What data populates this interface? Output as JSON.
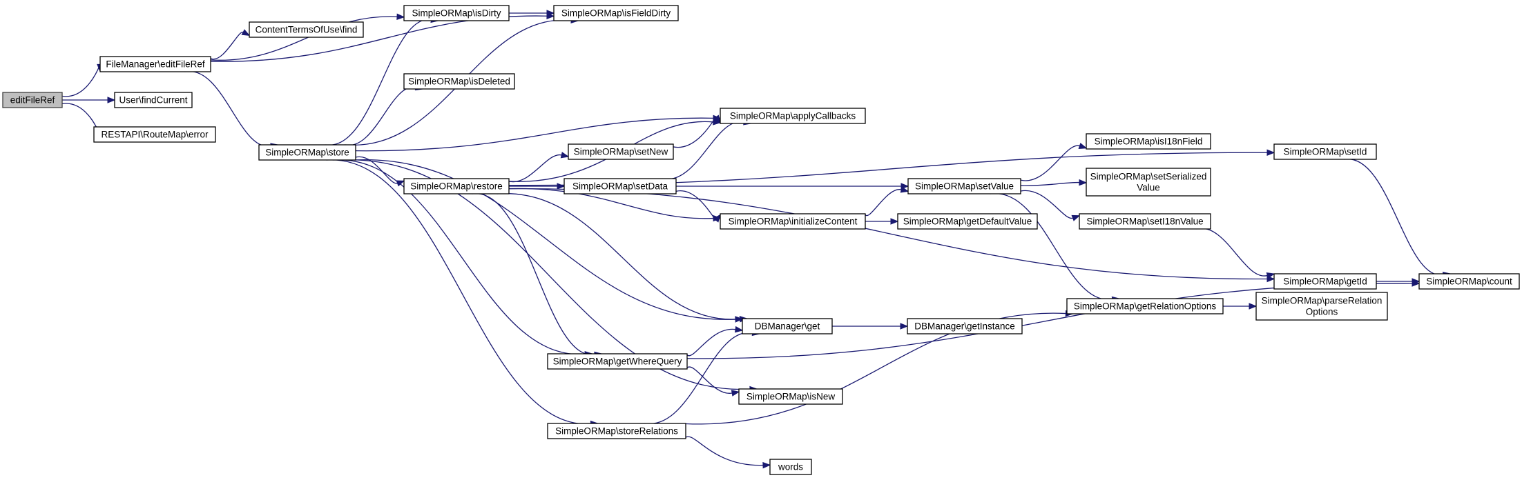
{
  "nodes": [
    {
      "id": "editFileRef",
      "lines": [
        "editFileRef"
      ],
      "root": true
    },
    {
      "id": "fm_editFileRef",
      "lines": [
        "FileManager\\editFileRef"
      ]
    },
    {
      "id": "user_findCurrent",
      "lines": [
        "User\\findCurrent"
      ]
    },
    {
      "id": "restapi_error",
      "lines": [
        "RESTAPI\\RouteMap\\error"
      ]
    },
    {
      "id": "ctou_find",
      "lines": [
        "ContentTermsOfUse\\find"
      ]
    },
    {
      "id": "isDirty",
      "lines": [
        "SimpleORMap\\isDirty"
      ]
    },
    {
      "id": "isFieldDirty",
      "lines": [
        "SimpleORMap\\isFieldDirty"
      ]
    },
    {
      "id": "isDeleted",
      "lines": [
        "SimpleORMap\\isDeleted"
      ]
    },
    {
      "id": "store",
      "lines": [
        "SimpleORMap\\store"
      ]
    },
    {
      "id": "applyCallbacks",
      "lines": [
        "SimpleORMap\\applyCallbacks"
      ]
    },
    {
      "id": "setNew",
      "lines": [
        "SimpleORMap\\setNew"
      ]
    },
    {
      "id": "restore",
      "lines": [
        "SimpleORMap\\restore"
      ]
    },
    {
      "id": "setData",
      "lines": [
        "SimpleORMap\\setData"
      ]
    },
    {
      "id": "initializeContent",
      "lines": [
        "SimpleORMap\\initializeContent"
      ]
    },
    {
      "id": "getDefaultValue",
      "lines": [
        "SimpleORMap\\getDefaultValue"
      ]
    },
    {
      "id": "setValue",
      "lines": [
        "SimpleORMap\\setValue"
      ]
    },
    {
      "id": "isI18nField",
      "lines": [
        "SimpleORMap\\isI18nField"
      ]
    },
    {
      "id": "setSerializedValue",
      "lines": [
        "SimpleORMap\\setSerialized",
        "Value"
      ]
    },
    {
      "id": "setI18nValue",
      "lines": [
        "SimpleORMap\\setI18nValue"
      ]
    },
    {
      "id": "setId",
      "lines": [
        "SimpleORMap\\setId"
      ]
    },
    {
      "id": "getId",
      "lines": [
        "SimpleORMap\\getId"
      ]
    },
    {
      "id": "count",
      "lines": [
        "SimpleORMap\\count"
      ]
    },
    {
      "id": "db_get",
      "lines": [
        "DBManager\\get"
      ]
    },
    {
      "id": "db_getInstance",
      "lines": [
        "DBManager\\getInstance"
      ]
    },
    {
      "id": "getRelationOptions",
      "lines": [
        "SimpleORMap\\getRelationOptions"
      ]
    },
    {
      "id": "parseRelationOptions",
      "lines": [
        "SimpleORMap\\parseRelation",
        "Options"
      ]
    },
    {
      "id": "getWhereQuery",
      "lines": [
        "SimpleORMap\\getWhereQuery"
      ]
    },
    {
      "id": "isNew",
      "lines": [
        "SimpleORMap\\isNew"
      ]
    },
    {
      "id": "storeRelations",
      "lines": [
        "SimpleORMap\\storeRelations"
      ]
    },
    {
      "id": "words",
      "lines": [
        "words"
      ]
    }
  ],
  "edges": [
    [
      "editFileRef",
      "fm_editFileRef"
    ],
    [
      "editFileRef",
      "user_findCurrent"
    ],
    [
      "editFileRef",
      "restapi_error"
    ],
    [
      "fm_editFileRef",
      "ctou_find"
    ],
    [
      "fm_editFileRef",
      "isDirty"
    ],
    [
      "fm_editFileRef",
      "isFieldDirty"
    ],
    [
      "fm_editFileRef",
      "store"
    ],
    [
      "isDirty",
      "isFieldDirty"
    ],
    [
      "store",
      "isDirty"
    ],
    [
      "store",
      "isFieldDirty"
    ],
    [
      "store",
      "isDeleted"
    ],
    [
      "store",
      "applyCallbacks"
    ],
    [
      "store",
      "restore"
    ],
    [
      "store",
      "db_get"
    ],
    [
      "store",
      "getWhereQuery"
    ],
    [
      "store",
      "isNew"
    ],
    [
      "store",
      "storeRelations"
    ],
    [
      "restore",
      "applyCallbacks"
    ],
    [
      "restore",
      "setId"
    ],
    [
      "restore",
      "setNew"
    ],
    [
      "restore",
      "setData"
    ],
    [
      "restore",
      "initializeContent"
    ],
    [
      "restore",
      "getId"
    ],
    [
      "restore",
      "db_get"
    ],
    [
      "restore",
      "getWhereQuery"
    ],
    [
      "setNew",
      "applyCallbacks"
    ],
    [
      "setData",
      "applyCallbacks"
    ],
    [
      "setData",
      "setValue"
    ],
    [
      "setData",
      "initializeContent"
    ],
    [
      "initializeContent",
      "setValue"
    ],
    [
      "initializeContent",
      "getDefaultValue"
    ],
    [
      "setValue",
      "isI18nField"
    ],
    [
      "setValue",
      "setSerializedValue"
    ],
    [
      "setValue",
      "setI18nValue"
    ],
    [
      "setValue",
      "getRelationOptions"
    ],
    [
      "setI18nValue",
      "getId"
    ],
    [
      "setId",
      "count"
    ],
    [
      "getId",
      "count"
    ],
    [
      "getRelationOptions",
      "parseRelationOptions"
    ],
    [
      "db_get",
      "db_getInstance"
    ],
    [
      "getWhereQuery",
      "db_get"
    ],
    [
      "getWhereQuery",
      "isNew"
    ],
    [
      "getWhereQuery",
      "count"
    ],
    [
      "storeRelations",
      "db_get"
    ],
    [
      "storeRelations",
      "getRelationOptions"
    ],
    [
      "storeRelations",
      "words"
    ]
  ]
}
